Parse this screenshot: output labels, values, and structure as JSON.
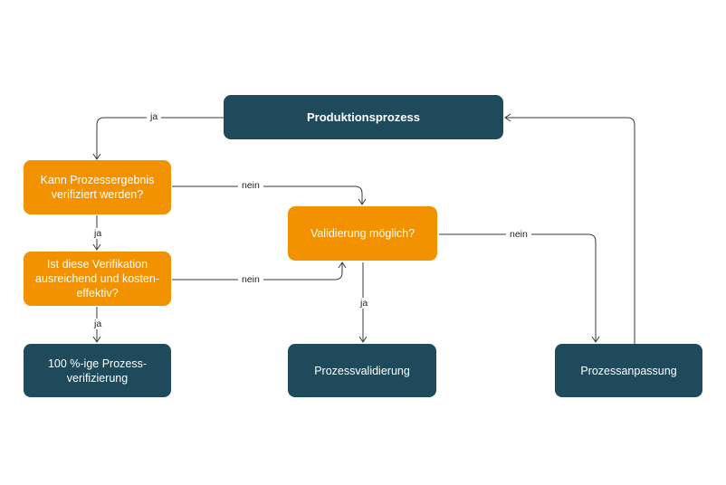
{
  "nodes": {
    "produktionsprozess": "Produktionsprozess",
    "kann_verifiziert": "Kann Prozessergebnis verifiziert werden?",
    "ist_verifikation": "Ist diese Verifikation ausreichend und kosten-effektiv?",
    "validierung_moeglich": "Validierung möglich?",
    "verifizierung": "100 %-ige Prozess-verifizierung",
    "prozessvalidierung": "Prozessvalidierung",
    "prozessanpassung": "Prozessanpassung"
  },
  "edge_labels": {
    "ja": "ja",
    "nein": "nein"
  },
  "colors": {
    "dark": "#1f4a5c",
    "orange": "#f39200",
    "line": "#3a3a3a"
  }
}
